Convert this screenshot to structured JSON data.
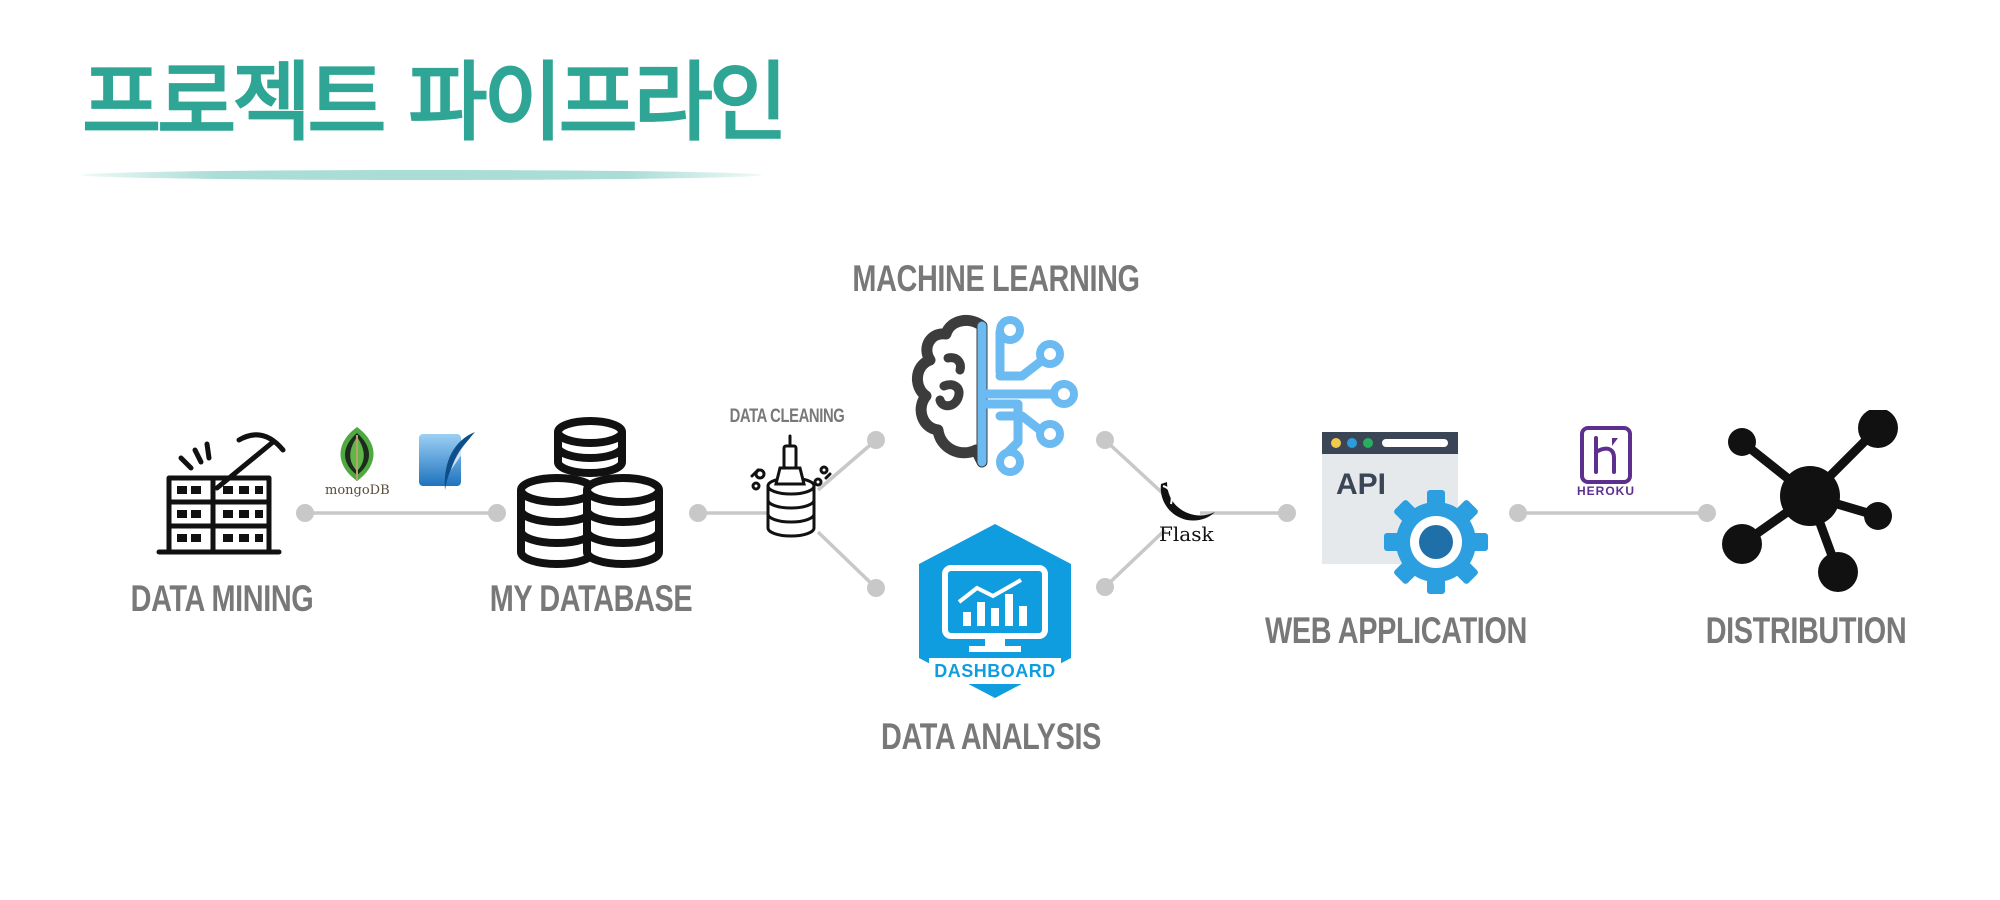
{
  "title": "프로젝트 파이프라인",
  "stages": {
    "data_mining": "DATA MINING",
    "my_database": "MY DATABASE",
    "data_cleaning": "DATA CLEANING",
    "machine_learning": "MACHINE LEARNING",
    "data_analysis": "DATA ANALYSIS",
    "web_application": "WEB APPLICATION",
    "distribution": "DISTRIBUTION"
  },
  "logos": {
    "mongodb": "mongoDB",
    "flask": "Flask",
    "heroku": "HEROKU",
    "dashboard": "DASHBOARD",
    "api": "API"
  },
  "colors": {
    "title": "#2fa595",
    "title_underline": "#a9ddd5",
    "label": "#787878",
    "connector": "#c8c8c8",
    "ml_blue": "#6bbbf2",
    "brain_gray": "#3c3c3c",
    "dashboard_blue": "#0f9de0",
    "gear_blue": "#2b9fe0",
    "api_window": "#e6e9ec",
    "api_bar": "#3a4655",
    "heroku_purple": "#5d2f8f",
    "mongodb_green": "#4fa940",
    "sqlite_blue": "#1e73be"
  },
  "icons": [
    "pickaxe-server-icon",
    "mongodb-leaf-icon",
    "sqlite-feather-icon",
    "database-stack-icon",
    "cleaning-brush-icon",
    "brain-circuit-icon",
    "dashboard-monitor-icon",
    "flask-horn-icon",
    "api-gear-icon",
    "heroku-icon",
    "network-hub-icon"
  ]
}
